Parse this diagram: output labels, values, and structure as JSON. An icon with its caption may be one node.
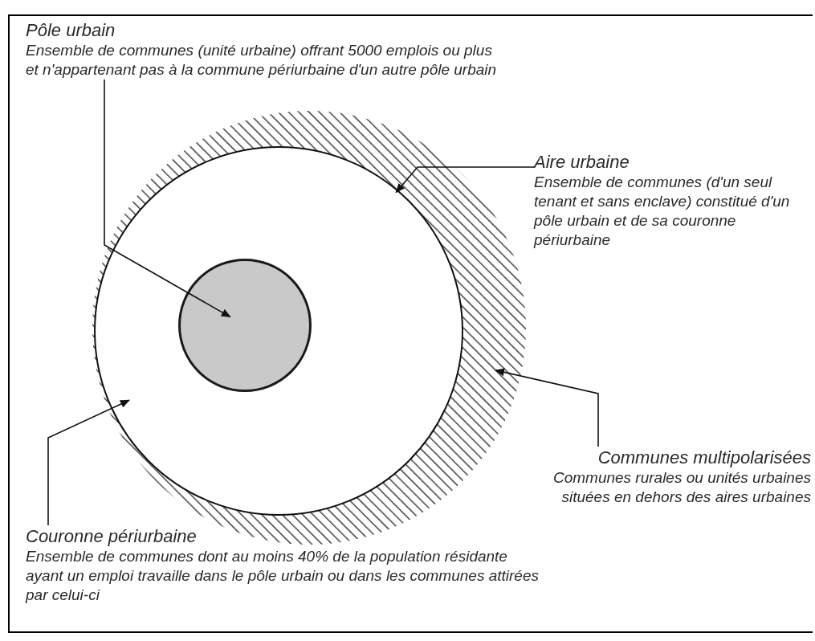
{
  "diagram": {
    "nodes": [
      {
        "text": [
          "Pôle urbain",
          "Ensemble de communes (unité urbaine) offrant 5000 emplois ou plus et n'appartenant pas à la commune périurbaine d'un autre pôle urbain"
        ]
      },
      {
        "text": [
          "Aire urbaine",
          "Ensemble de communes (d'un seul tenant et sans enclave) constitué d'un pôle urbain et de sa couronne périurbaine"
        ]
      },
      {
        "text": [],
        "shape": "circle"
      },
      {
        "text": [],
        "shape": "circle",
        "in": 2
      },
      {
        "text": [],
        "shape": "circle",
        "in": 3
      },
      {
        "text": [
          "Communes multipolarisées",
          "Communes rurales ou unités urbaines situées en dehors des aires urbaines"
        ]
      },
      {
        "text": [
          "Couronne périurbaine",
          "Ensemble de communes dont au moins 40% de la population résidante ayant un emploi travaille dans le pôle urbain ou dans les communes attirées par celui-ci"
        ]
      }
    ],
    "edges": [
      {
        "from": 0,
        "to": 4,
        "arrow": "to"
      },
      {
        "from": 1,
        "to": 3,
        "arrow": "to"
      },
      {
        "from": 5,
        "to": 2,
        "arrow": "to"
      },
      {
        "from": 6,
        "to": 3,
        "arrow": "to"
      }
    ]
  }
}
